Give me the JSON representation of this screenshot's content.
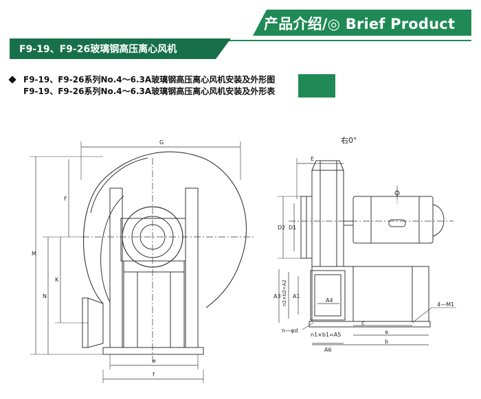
{
  "header": {
    "title": "产品介绍/◎ Brief Product",
    "product_name": "F9-19、F9-26玻璃钢高压离心风机"
  },
  "notes": [
    "F9-19、F9-26系列No.4～6.3A玻璃钢高压离心风机安装及外形图",
    "F9-19、F9-26系列No.4～6.3A玻璃钢高压离心风机安装及外形表"
  ],
  "drawing": {
    "direction_label": "右0°",
    "left_view_labels": {
      "G": "G",
      "F": "F",
      "M": "M",
      "N": "N",
      "K": "K",
      "e": "e",
      "f": "f"
    },
    "right_view_labels": {
      "E": "E",
      "D2": "D2",
      "D1": "D1",
      "A3": "A3",
      "n2xb2": "n2×b2=A2",
      "A1": "A1",
      "A4": "A4",
      "n_phi_d": "n—φd",
      "n1xb1": "n1×b1=A5",
      "A6": "A6",
      "c": "c",
      "a": "a",
      "b": "b",
      "four_M1": "4—M1"
    }
  },
  "colors": {
    "brand_green": "#1f8a55",
    "dark_green": "#17704a",
    "line": "#333333"
  }
}
